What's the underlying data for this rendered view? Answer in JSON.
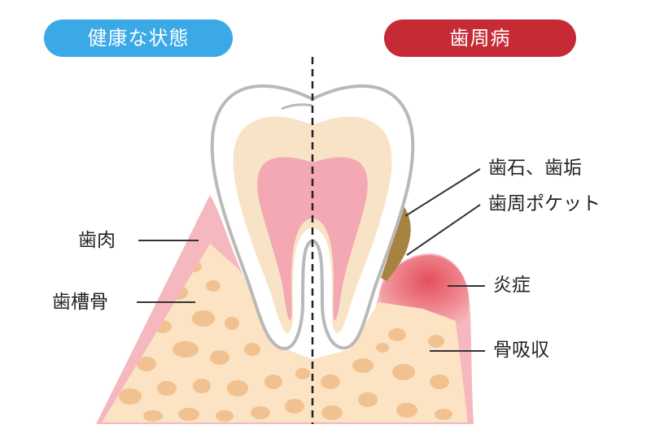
{
  "badges": {
    "healthy": {
      "label": "健康な状態",
      "color": "#3aa9e6"
    },
    "disease": {
      "label": "歯周病",
      "color": "#c62a35"
    }
  },
  "labels": {
    "gum": "歯肉",
    "alveolar_bone": "歯槽骨",
    "calculus": "歯石、歯垢",
    "periodontal_pocket": "歯周ポケット",
    "inflammation": "炎症",
    "bone_resorption": "骨吸収"
  },
  "colors": {
    "gum": "#f6b8bf",
    "bone": "#fbe3c4",
    "bone_spot": "#f1c290",
    "tooth_outline": "#b9b9b9",
    "dentin": "#f9e3c6",
    "pulp": "#f3a8b3",
    "calculus": "#a8823f",
    "inflamed": "#e65c67",
    "line": "#333333"
  }
}
